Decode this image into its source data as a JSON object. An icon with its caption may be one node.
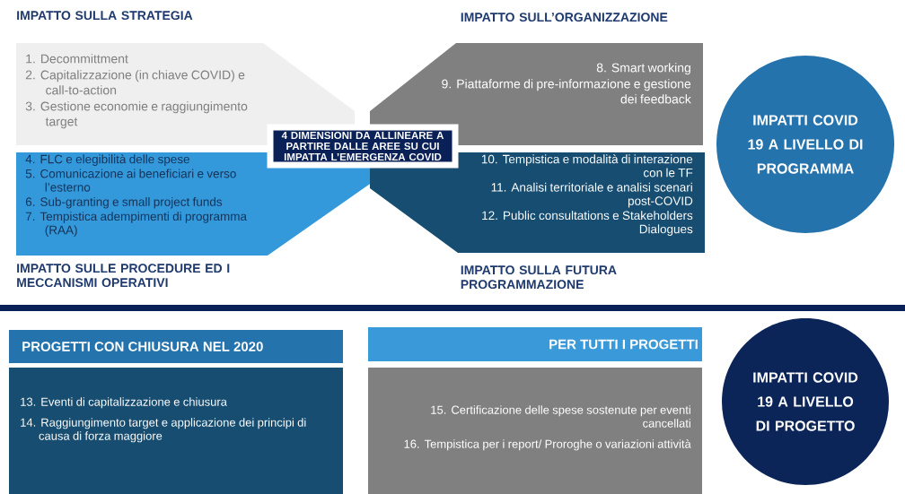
{
  "diagram": {
    "nodes": [
      {
        "text": [
          "IMPATTO SULLA STRATEGIA",
          "1. Decommittment",
          "2. Capitalizzazione (in chiave COVID) e call-to-action",
          "3. Gestione economie e raggiungimento target"
        ]
      },
      {
        "text": [
          "IMPATTO SULL’ORGANIZZAZIONE",
          "8. Smart working",
          "9. Piattaforme di pre-informazione e gestione dei feedback"
        ]
      },
      {
        "text": [
          "4. FLC e elegibilità delle spese",
          "5. Comunicazione ai beneficiari e verso l’esterno",
          "6. Sub-granting e small project funds",
          "7. Tempistica adempimenti di programma (RAA)",
          "IMPATTO SULLE PROCEDURE ED I MECCANISMI OPERATIVI"
        ]
      },
      {
        "text": [
          "10. Tempistica e modalità di interazione con le TF",
          "11. Analisi territoriale e analisi scenari post-COVID",
          "12. Public consultations e Stakeholders Dialogues",
          "IMPATTO SULLA FUTURA PROGRAMMAZIONE"
        ]
      },
      {
        "text": [
          "4 DIMENSIONI DA ALLINEARE A PARTIRE DALLE AREE SU CUI IMPATTA L’EMERGENZA COVID"
        ]
      },
      {
        "text": [
          "IMPATTI COVID 19 A LIVELLO DI PROGRAMMA"
        ]
      },
      {
        "text": [
          "PROGETTI CON CHIUSURA NEL 2020"
        ]
      },
      {
        "text": [
          "13. Eventi di capitalizzazione e chiusura",
          "14. Raggiungimento target e applicazione dei principi di causa di forza maggiore"
        ]
      },
      {
        "text": [
          "PER TUTTI I PROGETTI"
        ]
      },
      {
        "text": [
          "15. Certificazione delle spese sostenute per eventi cancellati",
          "16. Tempistica per i report/ Proroghe o variazioni attività"
        ]
      },
      {
        "text": [
          "IMPATTI COVID 19 A LIVELLO DI PROGETTO"
        ]
      }
    ]
  }
}
